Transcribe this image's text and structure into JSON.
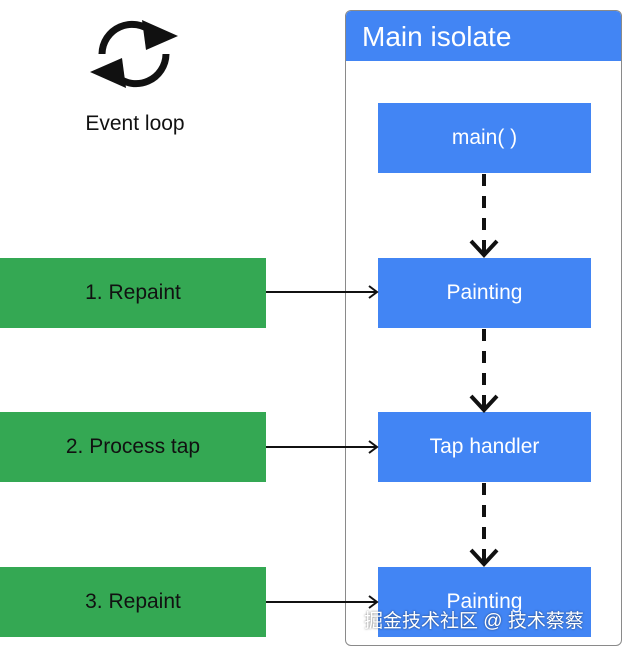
{
  "event_loop": {
    "icon": "refresh-cycle-icon",
    "label": "Event loop"
  },
  "isolate": {
    "title": "Main isolate"
  },
  "steps": [
    {
      "label": "main( )"
    },
    {
      "label": "Painting"
    },
    {
      "label": "Tap handler"
    },
    {
      "label": "Painting"
    }
  ],
  "queue": [
    {
      "label": "1. Repaint"
    },
    {
      "label": "2. Process tap"
    },
    {
      "label": "3. Repaint"
    }
  ],
  "watermark": "掘金技术社区 @ 技术蔡蔡",
  "colors": {
    "isolate_blue": "#4285f4",
    "task_green": "#34a853",
    "line": "#111111"
  }
}
